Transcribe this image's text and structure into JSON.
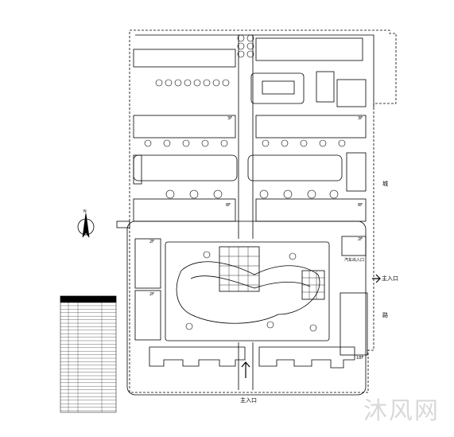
{
  "labels": {
    "south_entrance": "主入口",
    "east_entrance": "主入口",
    "car_entrance": "汽车出入口",
    "side_char_1": "城",
    "side_char_2": "路",
    "floor_2f_a": "2F",
    "floor_2f_b": "2F",
    "floor_2f_c": "2F",
    "floor_8f_a": "8F",
    "floor_8f_b": "8F",
    "floor_3f_a": "3F",
    "floor_3f_b": "3F",
    "floor_18f": "18F",
    "north_mark": "N"
  },
  "watermark": "沐风网",
  "colors": {
    "line": "#000000",
    "fill": "#ffffff",
    "watermark": "#d9d9d9"
  }
}
